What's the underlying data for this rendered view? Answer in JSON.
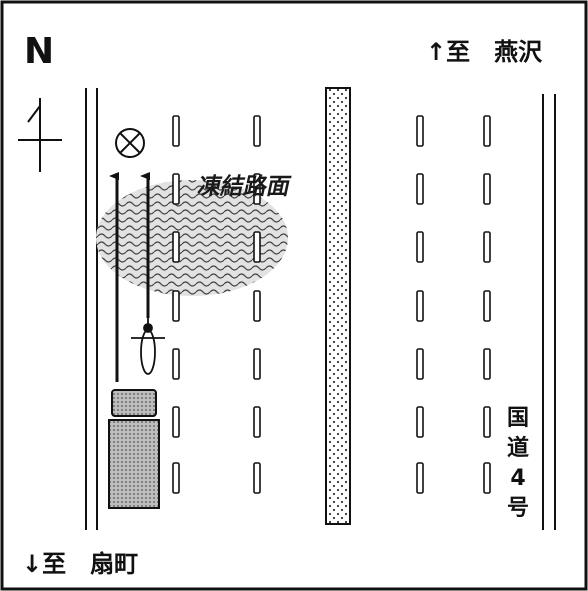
{
  "north_label": "N",
  "north_destination": {
    "arrow": "↑",
    "text": "至　燕沢"
  },
  "south_destination": {
    "arrow": "↓",
    "text": "至　扇町"
  },
  "ice_label": "凍結路面",
  "route_label": [
    "国",
    "道",
    "4",
    "号"
  ],
  "icons": {
    "collision_point": "circled-x-icon",
    "motorcycle": "motorcycle-icon",
    "truck": "truck-icon",
    "compass": "north-compass-icon"
  },
  "colors": {
    "ink": "#111111",
    "ice_patch": "#d9d9d9",
    "truck_fill": "#9a9a9a",
    "paper": "#ffffff"
  }
}
